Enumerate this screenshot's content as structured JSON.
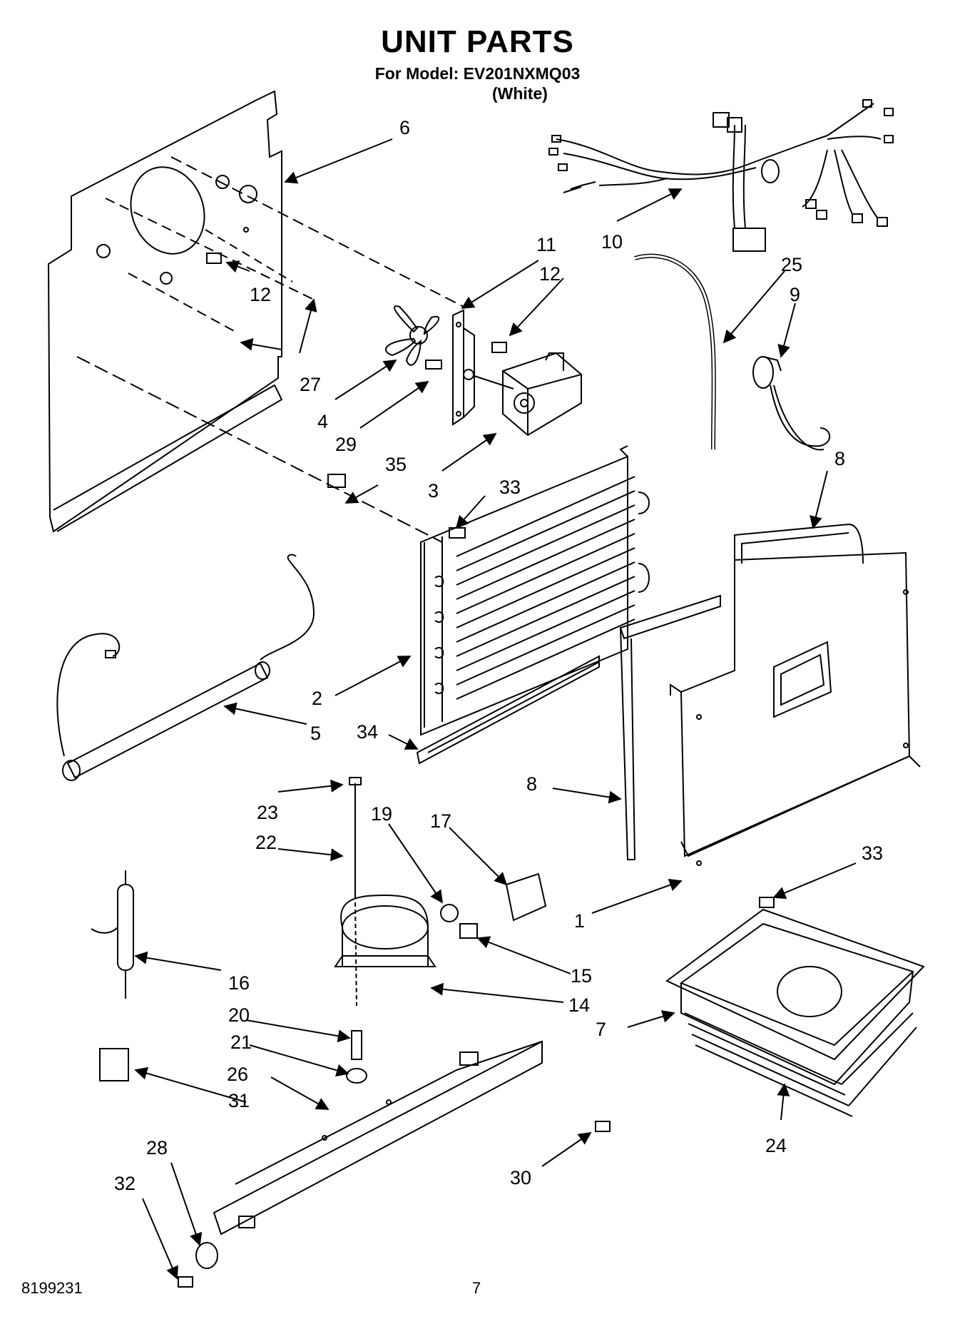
{
  "header": {
    "title": "UNIT PARTS",
    "model_line": "For Model: EV201NXMQ03",
    "color": "(White)"
  },
  "footer": {
    "doc_number": "8199231",
    "page_number": "7"
  },
  "callouts": [
    "6",
    "10",
    "11",
    "12",
    "12",
    "25",
    "9",
    "27",
    "4",
    "29",
    "3",
    "35",
    "33",
    "8",
    "2",
    "5",
    "34",
    "8",
    "23",
    "19",
    "17",
    "33",
    "22",
    "1",
    "15",
    "16",
    "14",
    "20",
    "7",
    "21",
    "26",
    "31",
    "24",
    "28",
    "30",
    "32"
  ]
}
